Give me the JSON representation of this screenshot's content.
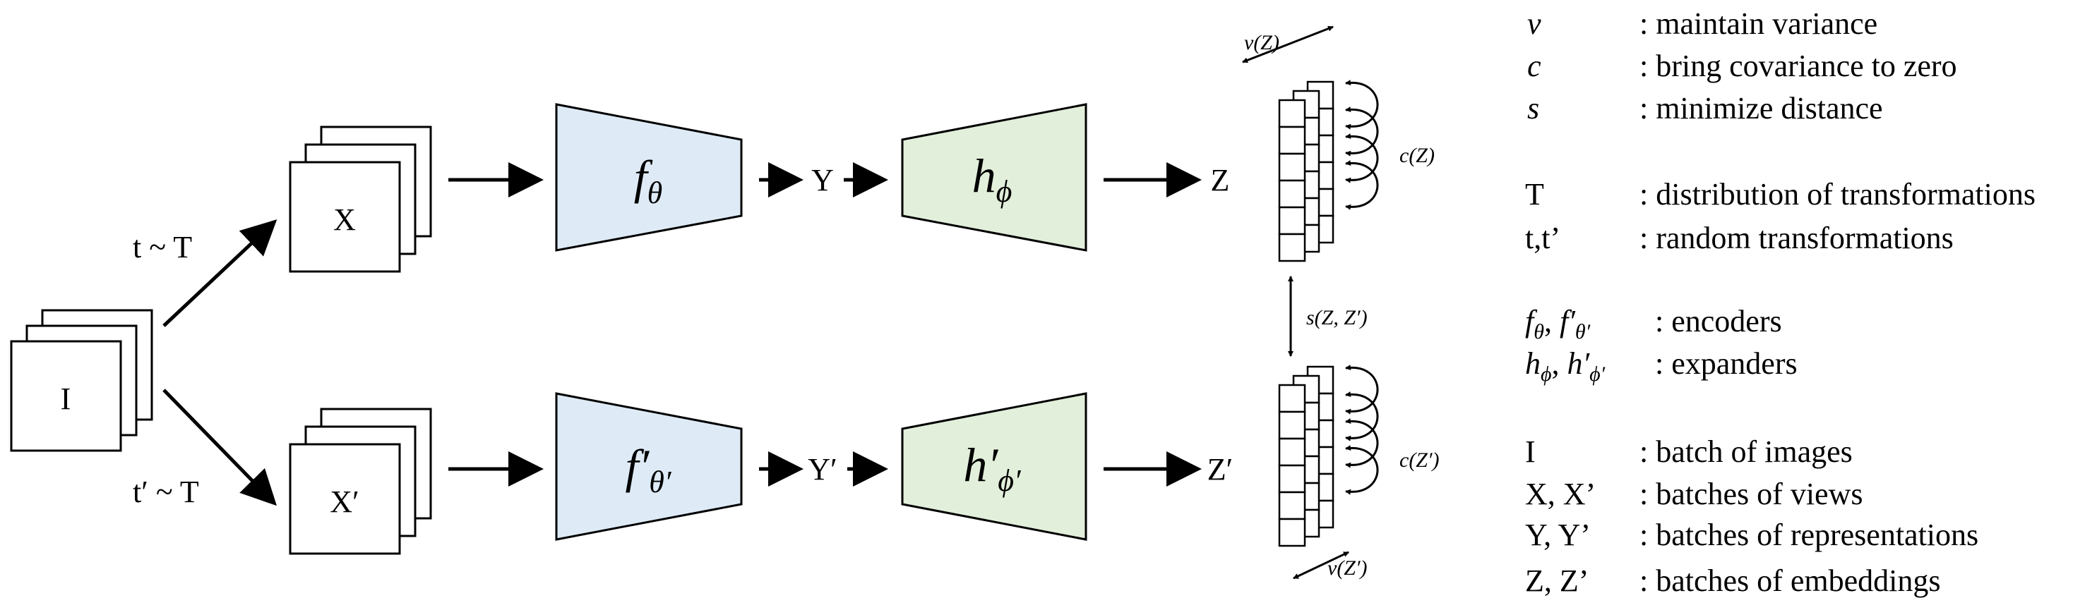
{
  "colors": {
    "encoder_fill": "#deebf7",
    "expander_fill": "#e2efda",
    "stroke": "#000000"
  },
  "inputs": {
    "images_label": "I",
    "views_top_label": "X",
    "views_bottom_label": "X′",
    "transform_top_label": "t ~ T",
    "transform_bottom_label": "t′ ~ T"
  },
  "branch_top": {
    "encoder": {
      "base": "f",
      "sub": "θ",
      "prime": ""
    },
    "representation": "Y",
    "expander": {
      "base": "h",
      "sub": "ϕ",
      "prime": ""
    },
    "embedding": "Z",
    "covariance": "c(Z)",
    "variance": "v(Z)"
  },
  "branch_bottom": {
    "encoder": {
      "base": "f",
      "prime": "′",
      "sub": "θ′"
    },
    "representation": "Y′",
    "expander": {
      "base": "h",
      "prime": "′",
      "sub": "ϕ′"
    },
    "embedding": "Z′",
    "covariance": "c(Z′)",
    "variance": "v(Z′)"
  },
  "similarity_label": "s(Z, Z′)",
  "legend": {
    "v": {
      "sym": "v",
      "desc": ": maintain  variance"
    },
    "c": {
      "sym": "c",
      "desc": ": bring covariance to zero"
    },
    "s": {
      "sym": "s",
      "desc": ": minimize  distance"
    },
    "T": {
      "sym": "T",
      "desc": ": distribution  of transformations"
    },
    "tt": {
      "sym": "t,t’",
      "desc": ": random transformations"
    },
    "enc": {
      "sym_a": "f",
      "sym_a_sub": "θ",
      "sym_b": "f",
      "sym_b_prime": "′",
      "sym_b_sub": "θ′",
      "desc": ": encoders"
    },
    "exp": {
      "sym_a": "h",
      "sym_a_sub": "ϕ",
      "sym_b": "h",
      "sym_b_prime": "′",
      "sym_b_sub": "ϕ′",
      "desc": ": expanders"
    },
    "I": {
      "sym": "I",
      "desc": ": batch  of images"
    },
    "X": {
      "sym": "X, X’",
      "desc": ": batches  of views"
    },
    "Y": {
      "sym": "Y, Y’",
      "desc": ": batches  of representations"
    },
    "Z": {
      "sym": "Z, Z’",
      "desc": ": batches  of embeddings"
    }
  }
}
